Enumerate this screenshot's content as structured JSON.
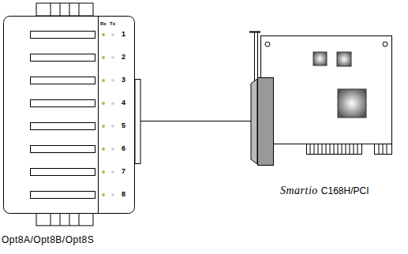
{
  "diagram": {
    "nodes": [
      {
        "text": [
          "Rx",
          "Tx",
          "1",
          "2",
          "3",
          "4",
          "5",
          "6",
          "7",
          "8",
          "Opt8A/Opt8B/Opt8S"
        ]
      },
      {
        "text": [
          "Smartio",
          "C168H/PCI"
        ]
      }
    ],
    "edges": [
      {
        "from": 0,
        "to": 1,
        "arrow": "none"
      }
    ]
  }
}
